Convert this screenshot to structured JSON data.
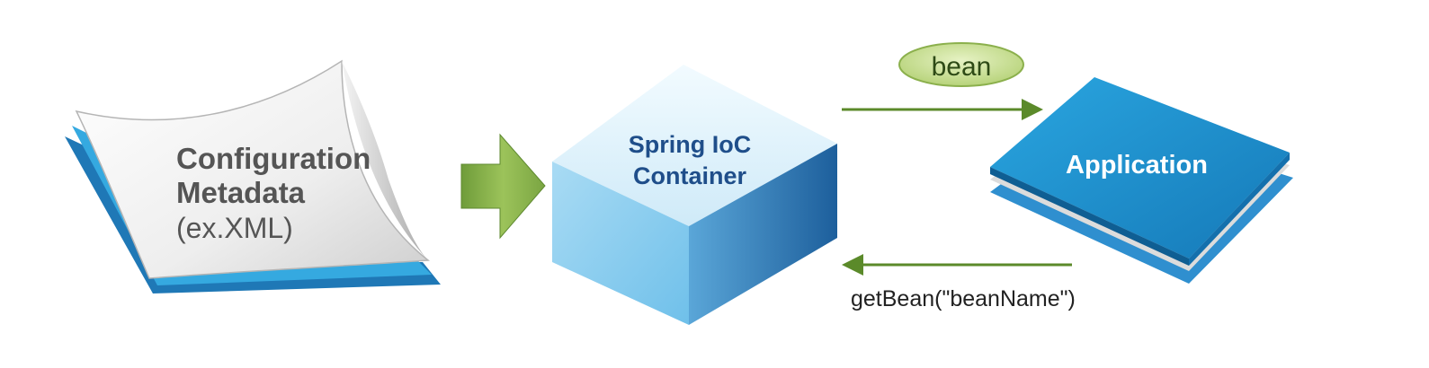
{
  "config": {
    "line1": "Configuration",
    "line2": "Metadata",
    "line3": "(ex.XML)"
  },
  "container": {
    "line1": "Spring IoC",
    "line2": "Container"
  },
  "application": {
    "label": "Application"
  },
  "bean_badge": {
    "label": "bean"
  },
  "return_call": {
    "label": "getBean(\"beanName\")"
  },
  "colors": {
    "green_arrow": "#8ab04a",
    "dark_green": "#5b8a2a",
    "blue_dark": "#1b6aa6",
    "blue_mid": "#2a9ad6",
    "blue_light": "#bfe2f5",
    "paper_grey": "#e6e6e6",
    "text_grey": "#555555",
    "text_navy": "#1f4e8a"
  }
}
